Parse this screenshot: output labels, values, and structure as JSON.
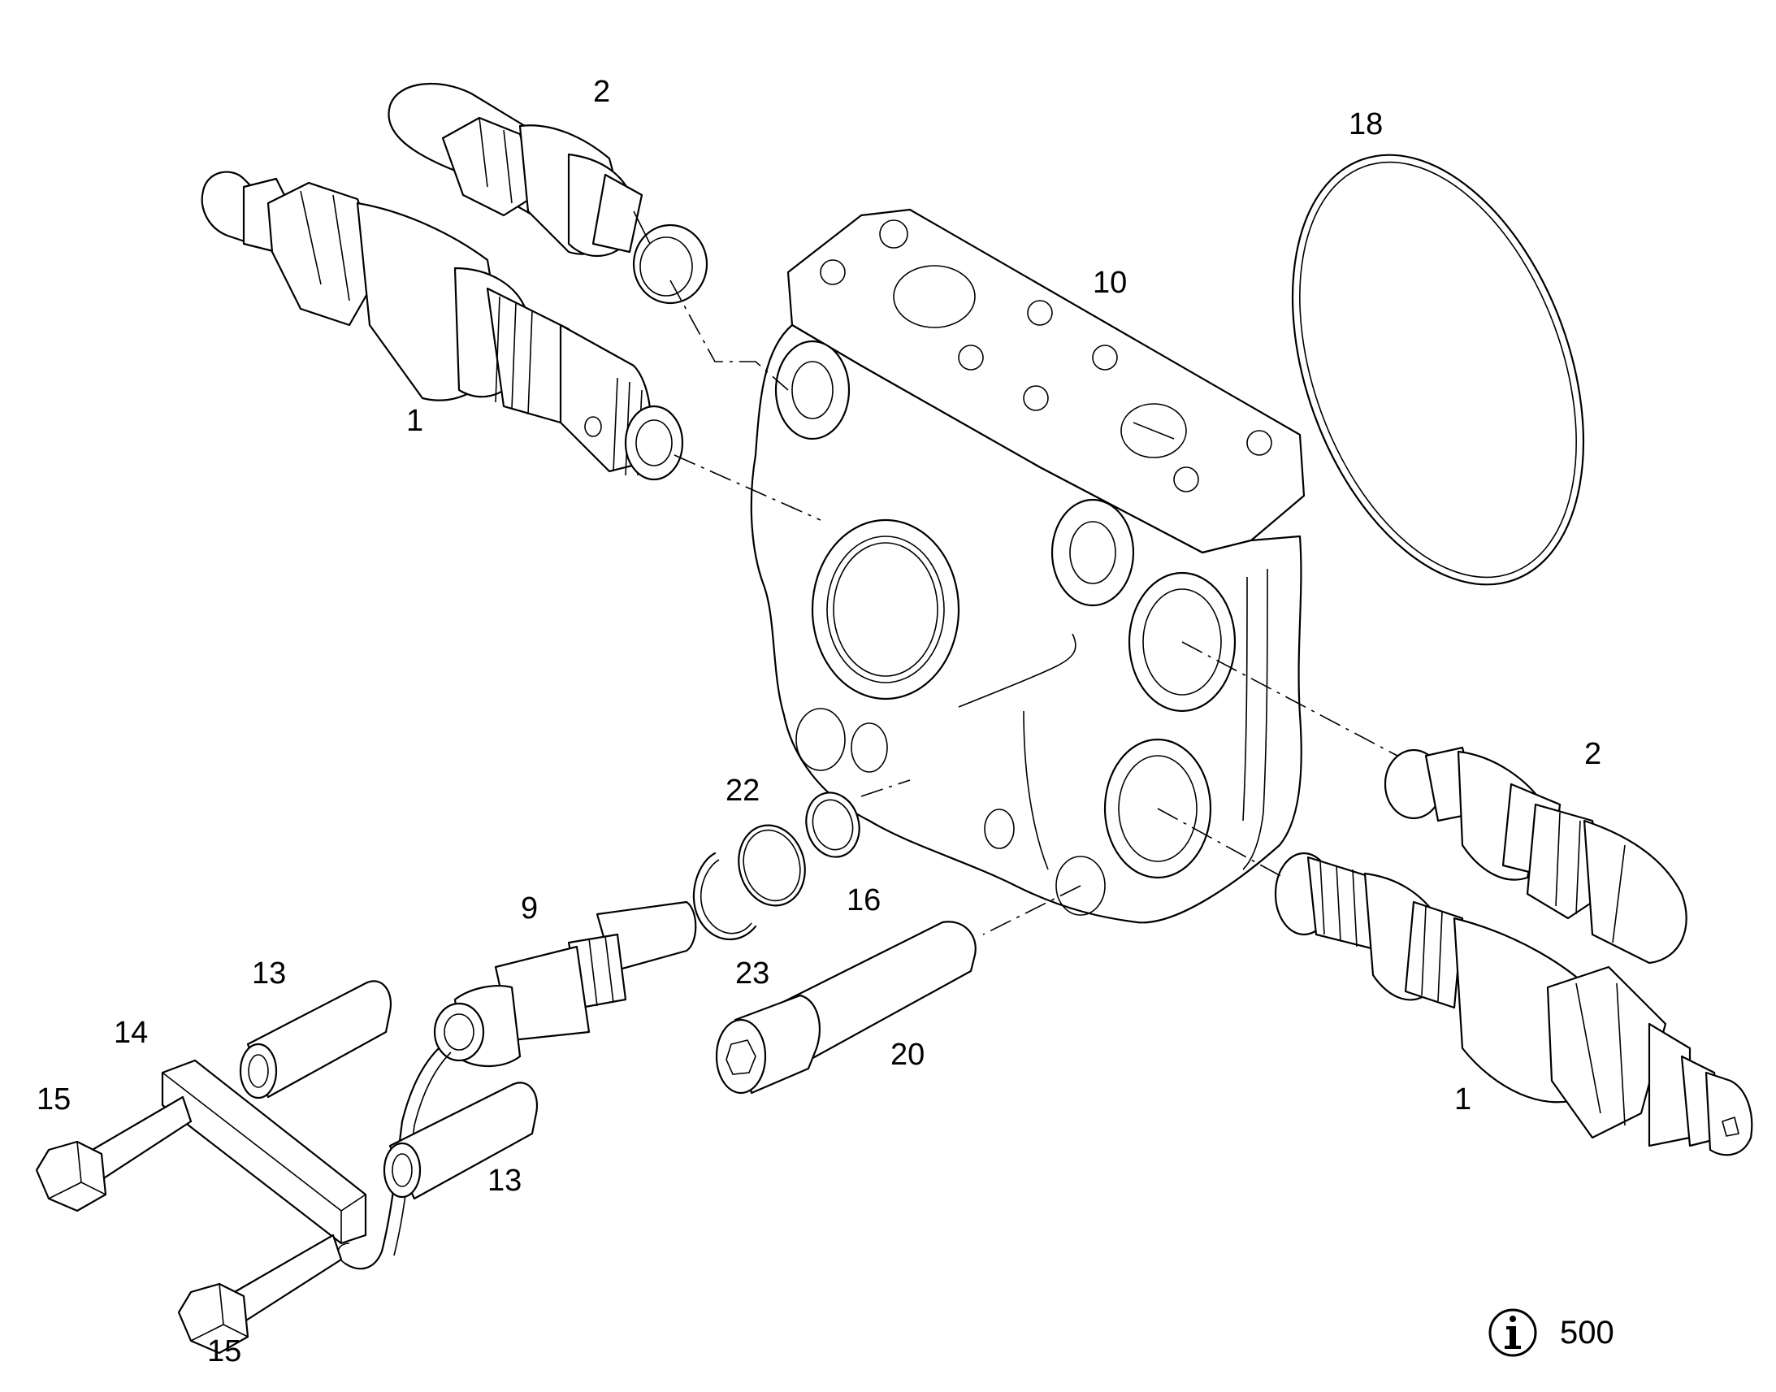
{
  "callouts": {
    "c1_top": "1",
    "c2_top": "2",
    "c18": "18",
    "c10": "10",
    "c2_right": "2",
    "c22": "22",
    "c16": "16",
    "c9": "9",
    "c23": "23",
    "c13_top": "13",
    "c14": "14",
    "c15_left": "15",
    "c20": "20",
    "c1_bottom": "1",
    "c13_bottom": "13",
    "c15_bottom": "15"
  },
  "info": {
    "icon": "info-icon",
    "number": "500"
  }
}
